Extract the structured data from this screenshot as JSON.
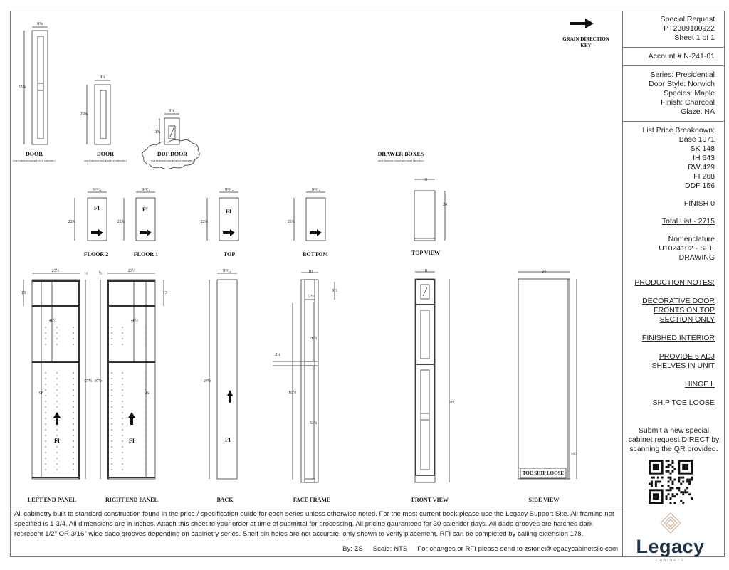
{
  "header": {
    "title": "Special Request",
    "request_id": "PT2309180922",
    "sheet": "Sheet 1 of 1"
  },
  "account": "Account # N-241-01",
  "specs": [
    "Series: Presidential",
    "Door Style: Norwich",
    "Species: Maple",
    "Finish: Charcoal",
    "Glaze: NA"
  ],
  "pricing": {
    "title": "List Price Breakdown:",
    "items": [
      "Base 1071",
      "SK 148",
      "IH 643",
      "RW 429",
      "FI 268",
      "DDF 156"
    ],
    "finish": "FINISH 0",
    "total": "Total List - 2715"
  },
  "nomenclature": [
    "Nomenclature",
    "U1024102 - SEE",
    "DRAWING"
  ],
  "production_notes": {
    "title": "PRODUCTION NOTES:",
    "items": [
      [
        "DECORATIVE DOOR",
        "FRONTS ON TOP",
        "SECTION ONLY"
      ],
      [
        "FINISHED INTERIOR"
      ],
      [
        "PROVIDE 6 ADJ",
        "SHELVES IN UNIT"
      ],
      [
        "HINGE L"
      ],
      [
        "SHIP TOE LOOSE"
      ]
    ]
  },
  "qr_text": [
    "Submit a new special",
    "cabinet request DIRECT by",
    "scanning the QR provided."
  ],
  "logo": {
    "name": "Legacy",
    "sub": "CABINETS"
  },
  "footer": {
    "text": "All cabinetry built to standard construction found in the price / specification guide for each series unless otherwise noted. For the most current book please use the Legacy Support Site. All framing not specified is 1-3/4. All dimensions are in inches. Attach this sheet to your order at time of submittal for processing. All pricing gauranteed for 30 calender days. All dado grooves are hatched dark represent 1/2\" OR 3/16\" wide dado grooves depending on cabinetry series. Shelf pin holes are not accurate, only shown to verify placement. RFI can be completed by calling extension 178.",
    "by": "By: ZS",
    "scale": "Scale: NTS",
    "contact": "For changes or RFI please send to zstone@legacycabinetsllc.com"
  },
  "drawing": {
    "grain_key": [
      "GRAIN DIRECTION",
      "KEY"
    ],
    "door_label": "DOOR",
    "ddf_label": "DDF DOOR",
    "door_note": "(NOT SHOWN DOOR STYLE SPECIFIC)",
    "drawer_title": "DRAWER BOXES",
    "drawer_note": "(NOT SHOWN CONSTRUCTION SPECIFIC)",
    "fi": "FI",
    "parts": {
      "floor2": "FLOOR 2",
      "floor1": "FLOOR 1",
      "top": "TOP",
      "bottom": "BOTTOM",
      "top_view": "TOP VIEW"
    },
    "views": {
      "left": "LEFT END PANEL",
      "right": "RIGHT END PANEL",
      "back": "BACK",
      "face": "FACE FRAME",
      "front": "FRONT VIEW",
      "side": "SIDE VIEW",
      "toe": "TOE SHIP LOOSE"
    },
    "dims": {
      "door_w": "9⅜",
      "door1_h": "55⅝",
      "door2_h": "29⅝",
      "ddf_h": "11⅝",
      "part_w": "9¹³⁄₁₆",
      "part_d": "22¾",
      "drawer_w": "10",
      "drawer_d": "24",
      "panel_w": "23½",
      "half": "½",
      "panel_top": "13",
      "panel_mid": "46½",
      "panel_96": "96",
      "panel_h": "97½",
      "back_w": "9¹³⁄₁₆",
      "ff_w": "10",
      "ff_a": "8½",
      "ff_b": "2½",
      "ff_c": "26½",
      "ff_d": "2¼",
      "ff_e": "85½",
      "ff_f": "53⅝",
      "front_w": "10",
      "front_h": "102",
      "side_w": "24",
      "side_h": "102"
    }
  }
}
